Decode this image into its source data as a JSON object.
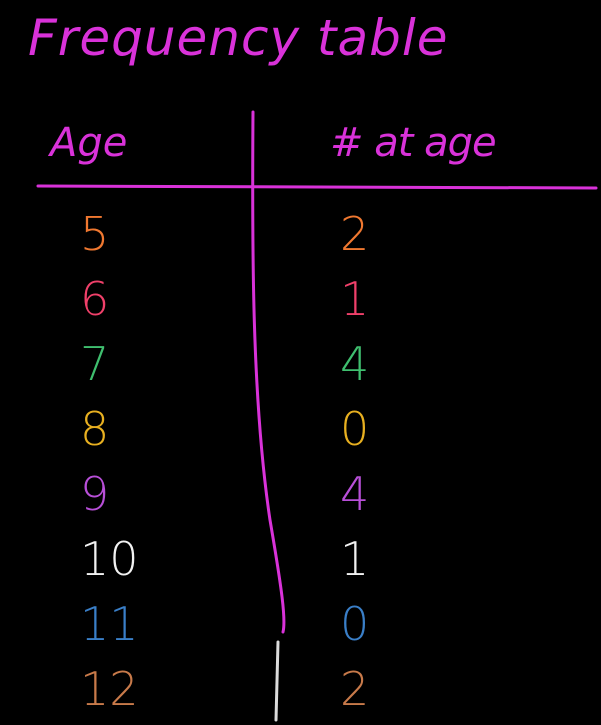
{
  "title": "Frequency table",
  "headers": {
    "age": "Age",
    "count": "# at age"
  },
  "rows": [
    {
      "age": "5",
      "count": "2",
      "color": "#f07830"
    },
    {
      "age": "6",
      "count": "1",
      "color": "#f0406a"
    },
    {
      "age": "7",
      "count": "4",
      "color": "#3fbf6f"
    },
    {
      "age": "8",
      "count": "0",
      "color": "#e8b020"
    },
    {
      "age": "9",
      "count": "4",
      "color": "#b84fd8"
    },
    {
      "age": "10",
      "count": "1",
      "color": "#f2f2f2"
    },
    {
      "age": "11",
      "count": "0",
      "color": "#3a7fc8"
    },
    {
      "age": "12",
      "count": "2",
      "color": "#c87a4a"
    }
  ],
  "line_color": "#d932d9"
}
